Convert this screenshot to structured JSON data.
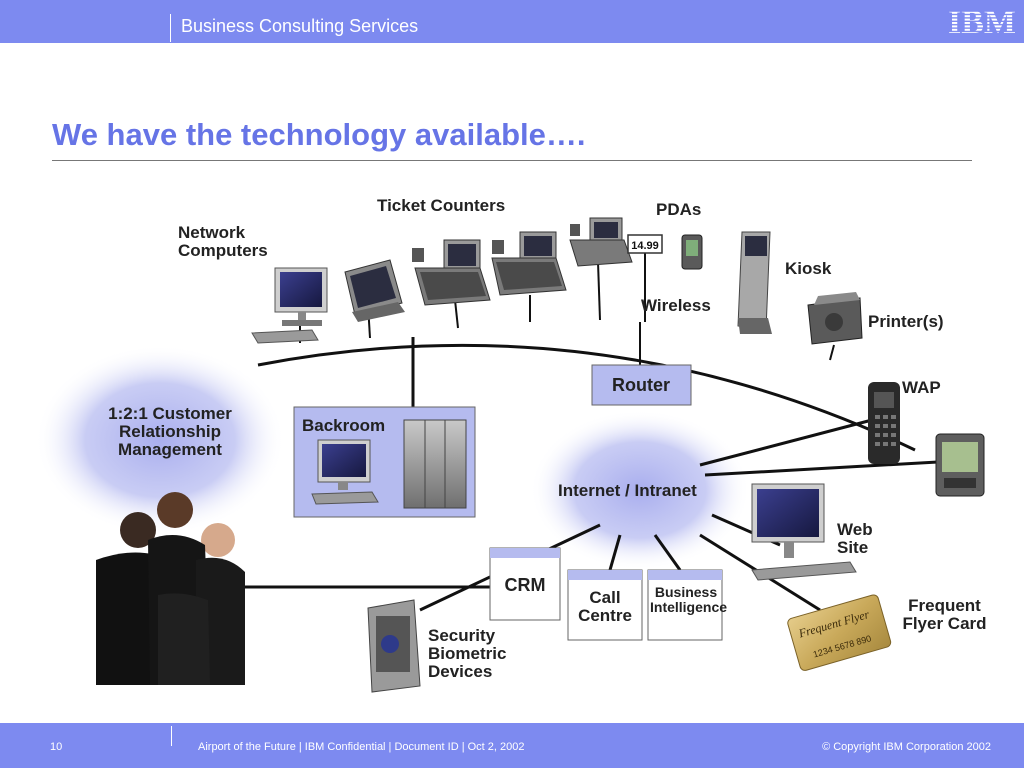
{
  "header": {
    "title": "Business Consulting Services",
    "logo": "IBM"
  },
  "slide": {
    "heading": "We have the technology available…."
  },
  "labels": {
    "network_computers": "Network Computers",
    "ticket_counters": "Ticket Counters",
    "pdas": "PDAs",
    "kiosk": "Kiosk",
    "wireless": "Wireless",
    "printers": "Printer(s)",
    "router": "Router",
    "wap": "WAP",
    "backroom": "Backroom",
    "crm_121": "1:2:1 Customer Relationship Management",
    "internet": "Internet / Intranet",
    "web_site": "Web Site",
    "crm": "CRM",
    "call_centre": "Call Centre",
    "business_intel": "Business Intelligence",
    "frequent_flyer": "Frequent Flyer Card",
    "security": "Security Biometric Devices",
    "price_tag": "14.99",
    "card_brand": "Frequent Flyer",
    "card_number": "1234 5678 890"
  },
  "footer": {
    "page": "10",
    "meta": "Airport of the Future  | IBM Confidential  |   Document ID    |  Oct 2, 2002",
    "copyright": "© Copyright IBM Corporation 2002"
  },
  "colors": {
    "bar": "#7d8af0",
    "heading": "#6674e6",
    "cloud": "#aeb3ee"
  }
}
